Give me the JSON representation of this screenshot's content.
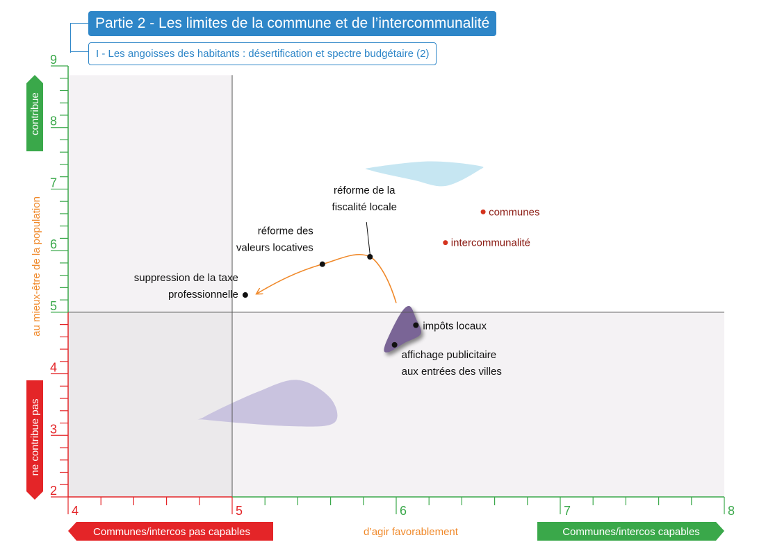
{
  "header": {
    "title": "Partie 2 - Les limites de la commune et de l’intercommunalité",
    "subtitle": "I - Les angoisses des habitants : désertification et spectre budgétaire (2)"
  },
  "colors": {
    "title_blue": "#2e86c8",
    "green": "#3aa84a",
    "red": "#e42528",
    "orange": "#f0892a",
    "dark_red": "#8a1a12",
    "plot_bg": "#f4f2f4",
    "plot_bg_dark": "#ebe9eb",
    "blob_light_blue": "#c6e6f2",
    "blob_lavender": "#c9c3df",
    "blob_purple": "#7a6596"
  },
  "chart_data": {
    "type": "scatter",
    "xlim": [
      4,
      8
    ],
    "ylim": [
      2,
      9
    ],
    "x_ticks": [
      "4",
      "5",
      "6",
      "7",
      "8"
    ],
    "y_ticks": [
      "2",
      "3",
      "4",
      "5",
      "6",
      "7",
      "8",
      "9"
    ],
    "x_axis": {
      "left_label": "Communes/intercos pas capables",
      "center_label": "d’agir favorablement",
      "right_label": "Communes/intercos capables"
    },
    "y_axis": {
      "top_label": "contribue",
      "center_label": "au mieux-être de la population",
      "bottom_label": "ne contribue pas"
    },
    "quadrant_dividers": {
      "x": 5,
      "y": 5
    },
    "points": [
      {
        "x": 5.08,
        "y": 5.28,
        "label": "suppression de la taxe professionnelle"
      },
      {
        "x": 5.55,
        "y": 5.78,
        "label": "réforme des valeurs locatives"
      },
      {
        "x": 5.84,
        "y": 5.9,
        "label": "réforme de la fiscalité locale"
      },
      {
        "x": 6.12,
        "y": 4.79,
        "label": "impôts locaux"
      },
      {
        "x": 5.99,
        "y": 4.47,
        "label": "affichage publicitaire aux entrées des villes"
      }
    ],
    "trajectory_arrow": {
      "description_points_x": [
        6.0,
        5.84,
        5.55,
        5.15
      ],
      "description_points_y": [
        5.15,
        5.9,
        5.78,
        5.3
      ]
    },
    "legend": [
      {
        "name": "communes",
        "x": 6.53,
        "y": 6.63
      },
      {
        "name": "intercommunalité",
        "x": 6.3,
        "y": 6.13
      }
    ],
    "regions": [
      {
        "name": "zone bleue",
        "points": [
          [
            5.85,
            7.35
          ],
          [
            6.2,
            7.45
          ],
          [
            6.5,
            7.38
          ],
          [
            6.5,
            7.3
          ],
          [
            6.3,
            7.05
          ],
          [
            6.1,
            7.15
          ],
          [
            5.85,
            7.3
          ]
        ]
      },
      {
        "name": "zone violet clair",
        "points": [
          [
            4.83,
            3.3
          ],
          [
            5.15,
            3.7
          ],
          [
            5.4,
            3.9
          ],
          [
            5.6,
            3.6
          ],
          [
            5.62,
            3.2
          ],
          [
            5.35,
            3.15
          ],
          [
            4.85,
            3.25
          ]
        ]
      },
      {
        "name": "zone violet foncé",
        "points": [
          [
            5.93,
            4.45
          ],
          [
            6.02,
            4.95
          ],
          [
            6.08,
            5.1
          ],
          [
            6.12,
            4.9
          ],
          [
            6.15,
            4.65
          ],
          [
            6.05,
            4.5
          ],
          [
            5.95,
            4.35
          ]
        ]
      }
    ]
  }
}
